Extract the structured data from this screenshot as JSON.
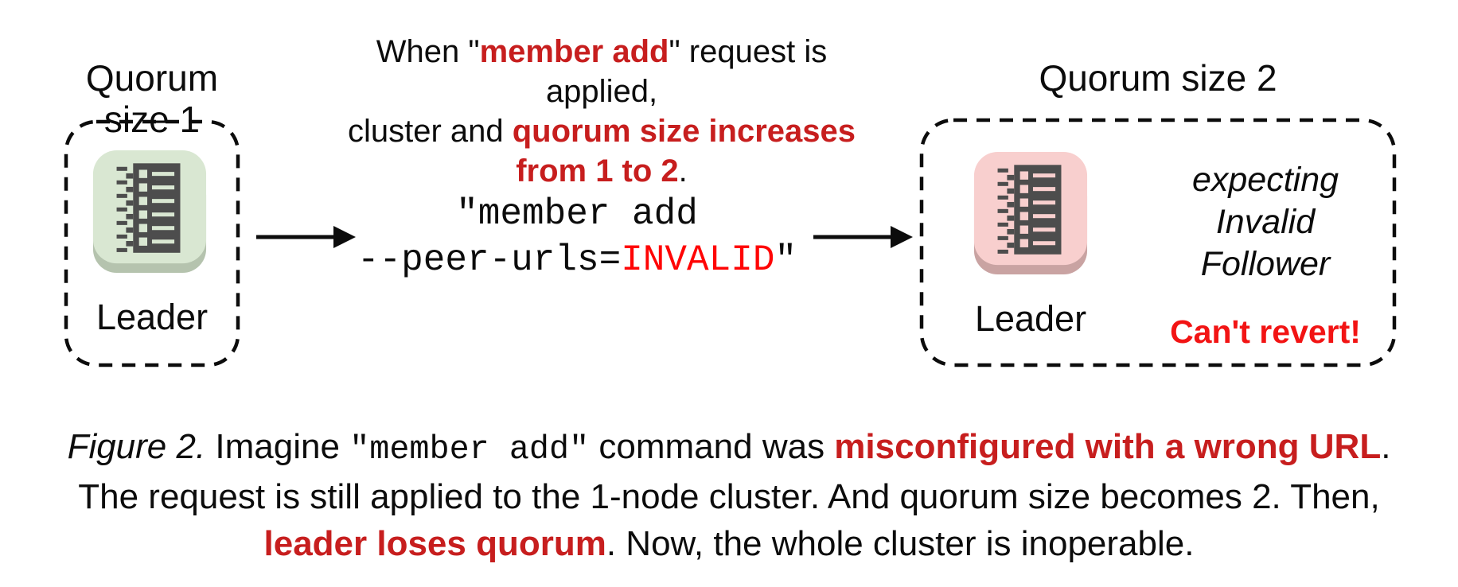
{
  "colors": {
    "ink": "#0c0c0c",
    "crimson": "#c71e1e",
    "brightred": "#ff0505",
    "warnred": "#f21414",
    "greenbg": "#d9e7d2",
    "greenshadow": "#b5c3ae",
    "pinkbg": "#f8cfce",
    "pinkshadow": "#c9a3a2",
    "glyph": "#4d4d4d"
  },
  "diagram": {
    "left": {
      "label": "Quorum size 1",
      "node_name": "Leader",
      "icon": "raft-log-node-icon-green"
    },
    "middle": {
      "heading_lines": [
        [
          {
            "t": "When \"",
            "s": "plain"
          },
          {
            "t": "member add",
            "s": "em"
          },
          {
            "t": "\" request is applied,",
            "s": "plain"
          }
        ],
        [
          {
            "t": "cluster and ",
            "s": "plain"
          },
          {
            "t": "quorum size increases",
            "s": "em"
          }
        ],
        [
          {
            "t": "from 1 to 2",
            "s": "em"
          },
          {
            "t": ".",
            "s": "plain"
          }
        ]
      ],
      "command_lines": [
        [
          {
            "t": "\"member add",
            "s": "code"
          }
        ],
        [
          {
            "t": "--peer-urls=",
            "s": "code"
          },
          {
            "t": "INVALID",
            "s": "code-invalid"
          },
          {
            "t": "\"",
            "s": "code"
          }
        ]
      ],
      "arrow_icons": [
        "right-arrow-icon",
        "right-arrow-icon"
      ]
    },
    "right": {
      "label": "Quorum size 2",
      "node_name": "Leader",
      "icon": "raft-log-node-icon-pink",
      "expecting_lines": [
        "expecting",
        "Invalid",
        "Follower"
      ],
      "warning": "Can't revert!"
    }
  },
  "caption": {
    "lines": [
      [
        {
          "t": "Figure 2.",
          "s": "italic"
        },
        {
          "t": " Imagine ",
          "s": "plain"
        },
        {
          "t": "\"member add\"",
          "s": "mono"
        },
        {
          "t": " command was ",
          "s": "plain"
        },
        {
          "t": "misconfigured with a wrong URL",
          "s": "boldred"
        },
        {
          "t": ".",
          "s": "plain"
        }
      ],
      [
        {
          "t": "The request is still applied to the 1-node cluster. And quorum size becomes 2. Then,",
          "s": "plain"
        }
      ],
      [
        {
          "t": "leader loses quorum",
          "s": "boldred"
        },
        {
          "t": ". Now, the whole cluster is inoperable.",
          "s": "plain"
        }
      ]
    ]
  }
}
